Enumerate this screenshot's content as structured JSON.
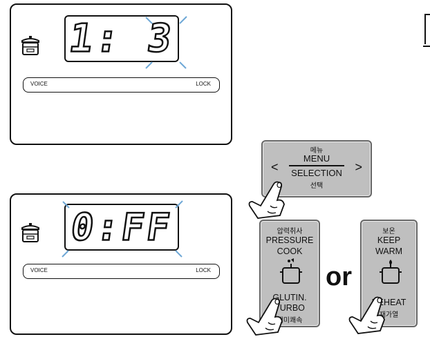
{
  "panel_top": {
    "display": "1: 3",
    "voice_label": "VOICE",
    "lock_label": "LOCK"
  },
  "panel_bottom": {
    "display": "0:FF",
    "voice_label": "VOICE",
    "lock_label": "LOCK"
  },
  "menu_button": {
    "korean_top": "메뉴",
    "line1": "MENU",
    "line2": "SELECTION",
    "korean_bottom": "선택",
    "left_arrow": "<",
    "right_arrow": ">"
  },
  "pressure_button": {
    "korean_top": "압력취사",
    "line1": "PRESSURE",
    "line2": "COOK",
    "line3": "GLUTIN.",
    "line4": "TURBO",
    "korean_bottom": "백미쾌속"
  },
  "or_text": "or",
  "keep_warm_button": {
    "korean_top": "보온",
    "line1": "KEEP",
    "line2": "WARM",
    "line3": "REHEAT",
    "korean_bottom": "재가열"
  },
  "icons": {
    "cooker": "rice-cooker-icon",
    "hand": "pointing-hand-icon",
    "pot": "pot-icon"
  },
  "colors": {
    "highlight": "#6fa8d6",
    "button_gray": "#bfbfbf"
  }
}
